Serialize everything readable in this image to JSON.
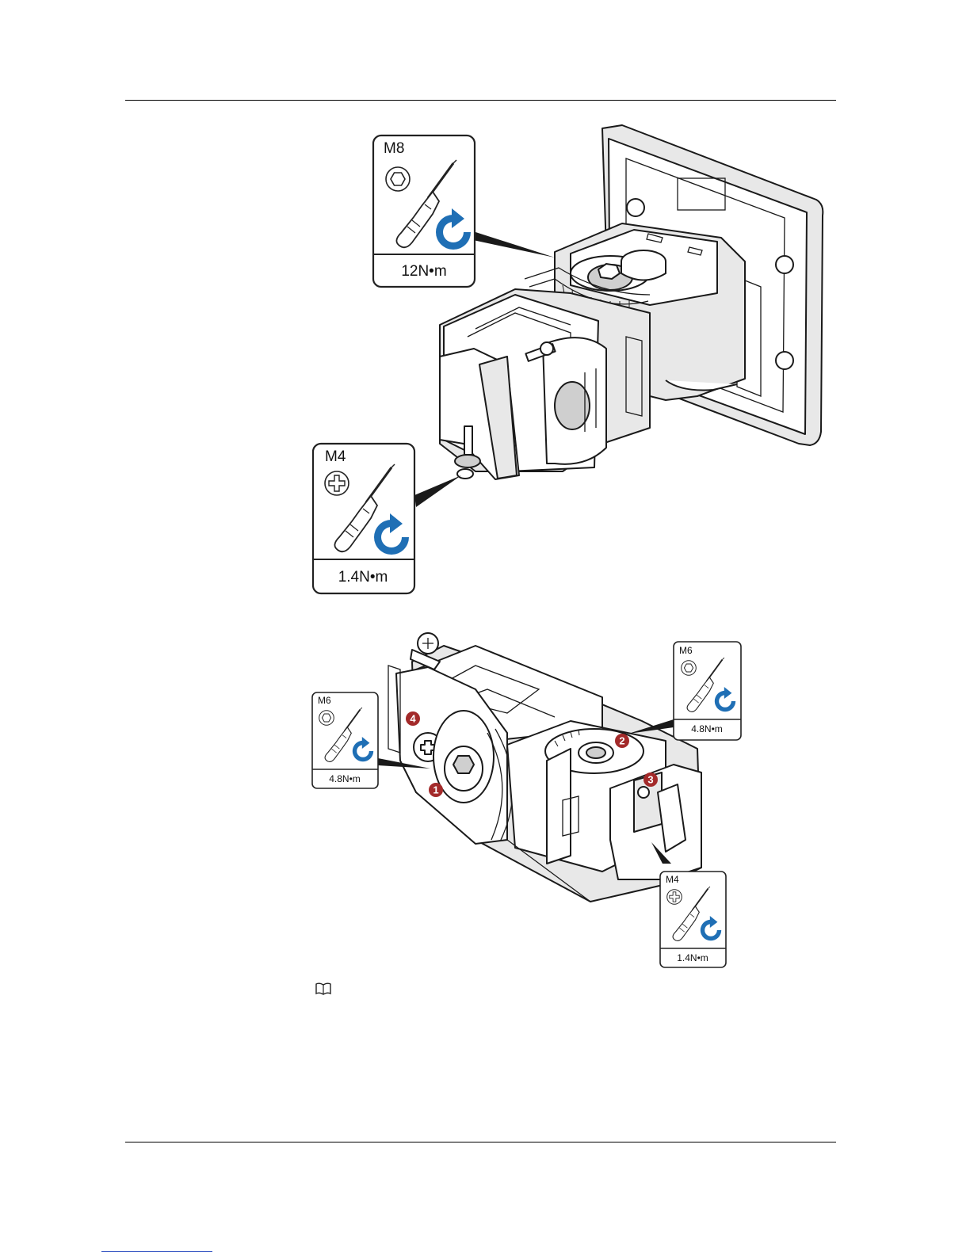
{
  "figure_1": {
    "callout_m8": {
      "size": "M8",
      "torque": "12N•m",
      "icon": "hex-socket-icon"
    },
    "callout_m4": {
      "size": "M4",
      "torque": "1.4N•m",
      "icon": "phillips-icon"
    }
  },
  "figure_2": {
    "callout_left_m6": {
      "size": "M6",
      "torque": "4.8N•m",
      "icon": "hex-socket-icon"
    },
    "callout_right_m6": {
      "size": "M6",
      "torque": "4.8N•m",
      "icon": "hex-socket-icon"
    },
    "callout_m4": {
      "size": "M4",
      "torque": "1.4N•m",
      "icon": "phillips-icon"
    },
    "badges": [
      "1",
      "2",
      "3",
      "4"
    ]
  },
  "note": {
    "icon": "note-book-icon"
  },
  "colors": {
    "arrow": "#1f6fb5",
    "badge": "#a32a2a"
  }
}
